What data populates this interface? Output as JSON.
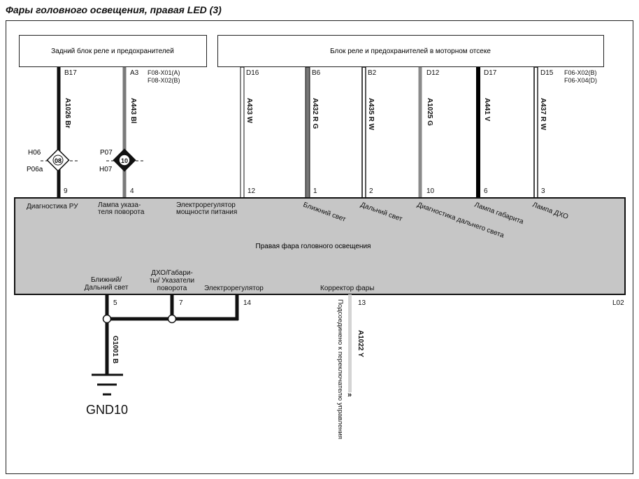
{
  "title": "Фары головного освещения, правая LED (3)",
  "diagram_id": "L02",
  "blocks": {
    "rear_fuse_box": "Задний блок реле и предохранителей",
    "engine_fuse_box": "Блок реле и предохранителей в моторном отсеке",
    "headlamp": "Правая фара головного освещения"
  },
  "colors": {
    "Br": "#1a1a1a",
    "Bl": "#777777",
    "W": "#ffffff",
    "R": "#555555",
    "G": "#888888",
    "V": "#000000",
    "Y": "#cccccc",
    "B": "#111111",
    "headlamp_fill": "#c8c8c8"
  },
  "wires_top": [
    {
      "pin": "B17",
      "fuse": "",
      "wire": "A1026 Br",
      "conn_pin": "9",
      "color": "Br"
    },
    {
      "pin": "A3",
      "fuse": "F08-X01(A)\nF08-X02(B)",
      "wire": "A443 Bl",
      "conn_pin": "4",
      "color": "Bl"
    },
    {
      "pin": "D16",
      "fuse": "",
      "wire": "A433 W",
      "conn_pin": "12",
      "color": "W"
    },
    {
      "pin": "B6",
      "fuse": "",
      "wire": "A432 R G",
      "conn_pin": "1",
      "color": "RG"
    },
    {
      "pin": "B2",
      "fuse": "",
      "wire": "A435 R W",
      "conn_pin": "2",
      "color": "RW"
    },
    {
      "pin": "D12",
      "fuse": "",
      "wire": "A1025 G",
      "conn_pin": "10",
      "color": "G"
    },
    {
      "pin": "D17",
      "fuse": "",
      "wire": "A441 V",
      "conn_pin": "6",
      "color": "V"
    },
    {
      "pin": "D15",
      "fuse": "F06-X02(B)\nF06-X04(D)",
      "wire": "A437 R W",
      "conn_pin": "3",
      "color": "RW"
    }
  ],
  "splices": [
    {
      "top": "H06",
      "bottom": "P06a",
      "num": "08"
    },
    {
      "top": "P07",
      "bottom": "H07",
      "num": "10"
    }
  ],
  "top_labels": [
    "Диагностика РУ",
    "Лампа указа-\nтеля поворота",
    "Электрорегулятор\nмощности питания",
    "Ближний свет",
    "Дальний свет",
    "Диагностика дальнего света",
    "Лампа габарита",
    "Лампа ДХО"
  ],
  "bottom_labels": [
    "Ближний/\nДальний свет",
    "ДХО/Габари-\nты/ Указатели\nповорота",
    "Электрорегулятор",
    "Корректор фары"
  ],
  "bottom_pins": [
    "5",
    "7",
    "14",
    "13"
  ],
  "ground": {
    "wire": "G1001 B",
    "name": "GND10"
  },
  "corrector_wire": {
    "wire": "A1022 Y",
    "note": "Подсоединено к переключателю управления"
  }
}
